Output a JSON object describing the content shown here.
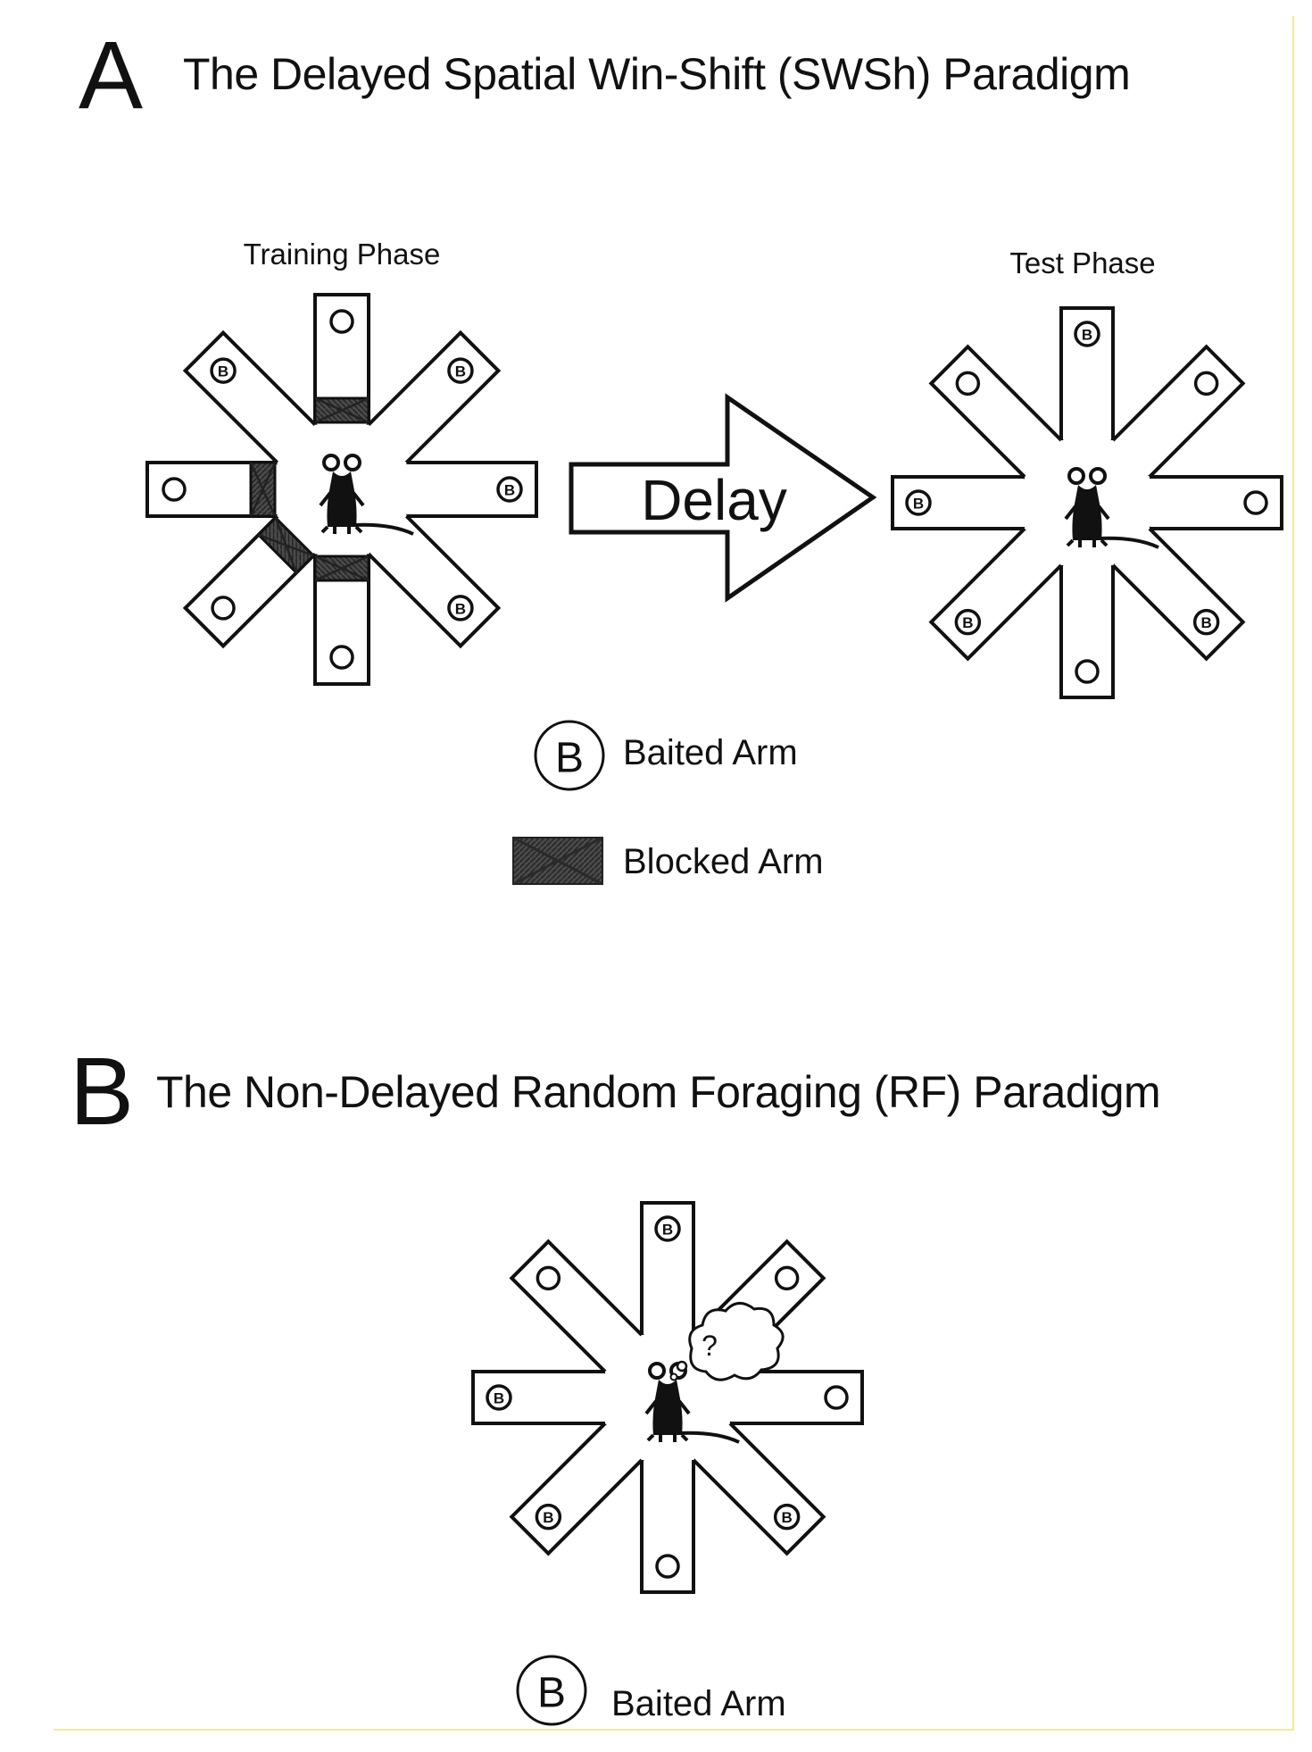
{
  "panel_a": {
    "letter": "A",
    "title": "The Delayed Spatial Win-Shift (SWSh) Paradigm",
    "training_label": "Training Phase",
    "test_label": "Test Phase",
    "delay_label": "Delay",
    "legend": {
      "baited_symbol": "B",
      "baited_label": "Baited Arm",
      "blocked_label": "Blocked Arm"
    },
    "training_maze": {
      "arms": [
        "open",
        "baited",
        "baited",
        "baited",
        "open",
        "open",
        "open",
        "baited"
      ],
      "blocked": [
        0,
        4,
        5,
        6
      ]
    },
    "test_maze": {
      "arms": [
        "baited",
        "open",
        "open",
        "baited",
        "open",
        "baited",
        "baited",
        "open"
      ]
    }
  },
  "panel_b": {
    "letter": "B",
    "title": "The Non-Delayed Random Foraging (RF) Paradigm",
    "thought": "?",
    "legend": {
      "baited_symbol": "B",
      "baited_label": "Baited Arm"
    },
    "maze": {
      "arms": [
        "baited",
        "open",
        "open",
        "baited",
        "open",
        "baited",
        "baited",
        "open"
      ]
    }
  },
  "colors": {
    "ink": "#111111",
    "blocked_fill": "#4a4a4a",
    "page_edge": "#f3ec8a"
  }
}
